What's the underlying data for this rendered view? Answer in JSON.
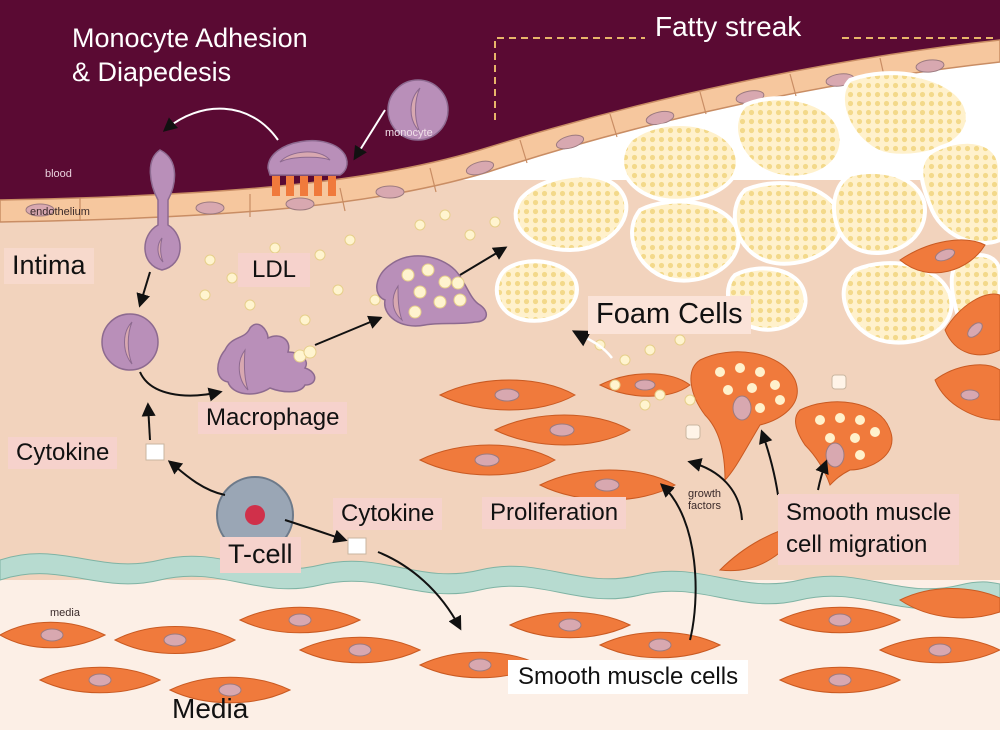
{
  "labels": {
    "monocyte_adhesion": "Monocyte Adhesion",
    "diapedesis": "& Diapedesis",
    "fatty_streak": "Fatty streak",
    "intima": "Intima",
    "ldl": "LDL",
    "foam_cells": "Foam Cells",
    "macrophage": "Macrophage",
    "cytokine_left": "Cytokine",
    "cytokine_mid": "Cytokine",
    "t_cell": "T-cell",
    "proliferation": "Proliferation",
    "smooth_muscle_migration_1": "Smooth muscle",
    "smooth_muscle_migration_2": "cell migration",
    "smooth_muscle_cells": "Smooth muscle cells",
    "media": "Media"
  },
  "small_labels": {
    "blood": "blood",
    "endothelium": "endothelium",
    "monocyte": "monocyte",
    "growth_factors_1": "growth",
    "growth_factors_2": "factors",
    "media_small": "media"
  },
  "colors": {
    "blood": "#5a0a33",
    "intima": "#f2d3bd",
    "endothelial_cell": "#f6c79e",
    "cell_nucleus": "#d8a8b0",
    "monocyte": "#b98fb9",
    "ldl_particle": "#fff4cf",
    "smooth_muscle_cell": "#f07a3c",
    "internal_elastic_lamina": "#b7dbd0",
    "media": "#fcefe6",
    "foam_cell_border": "#ffffff"
  }
}
